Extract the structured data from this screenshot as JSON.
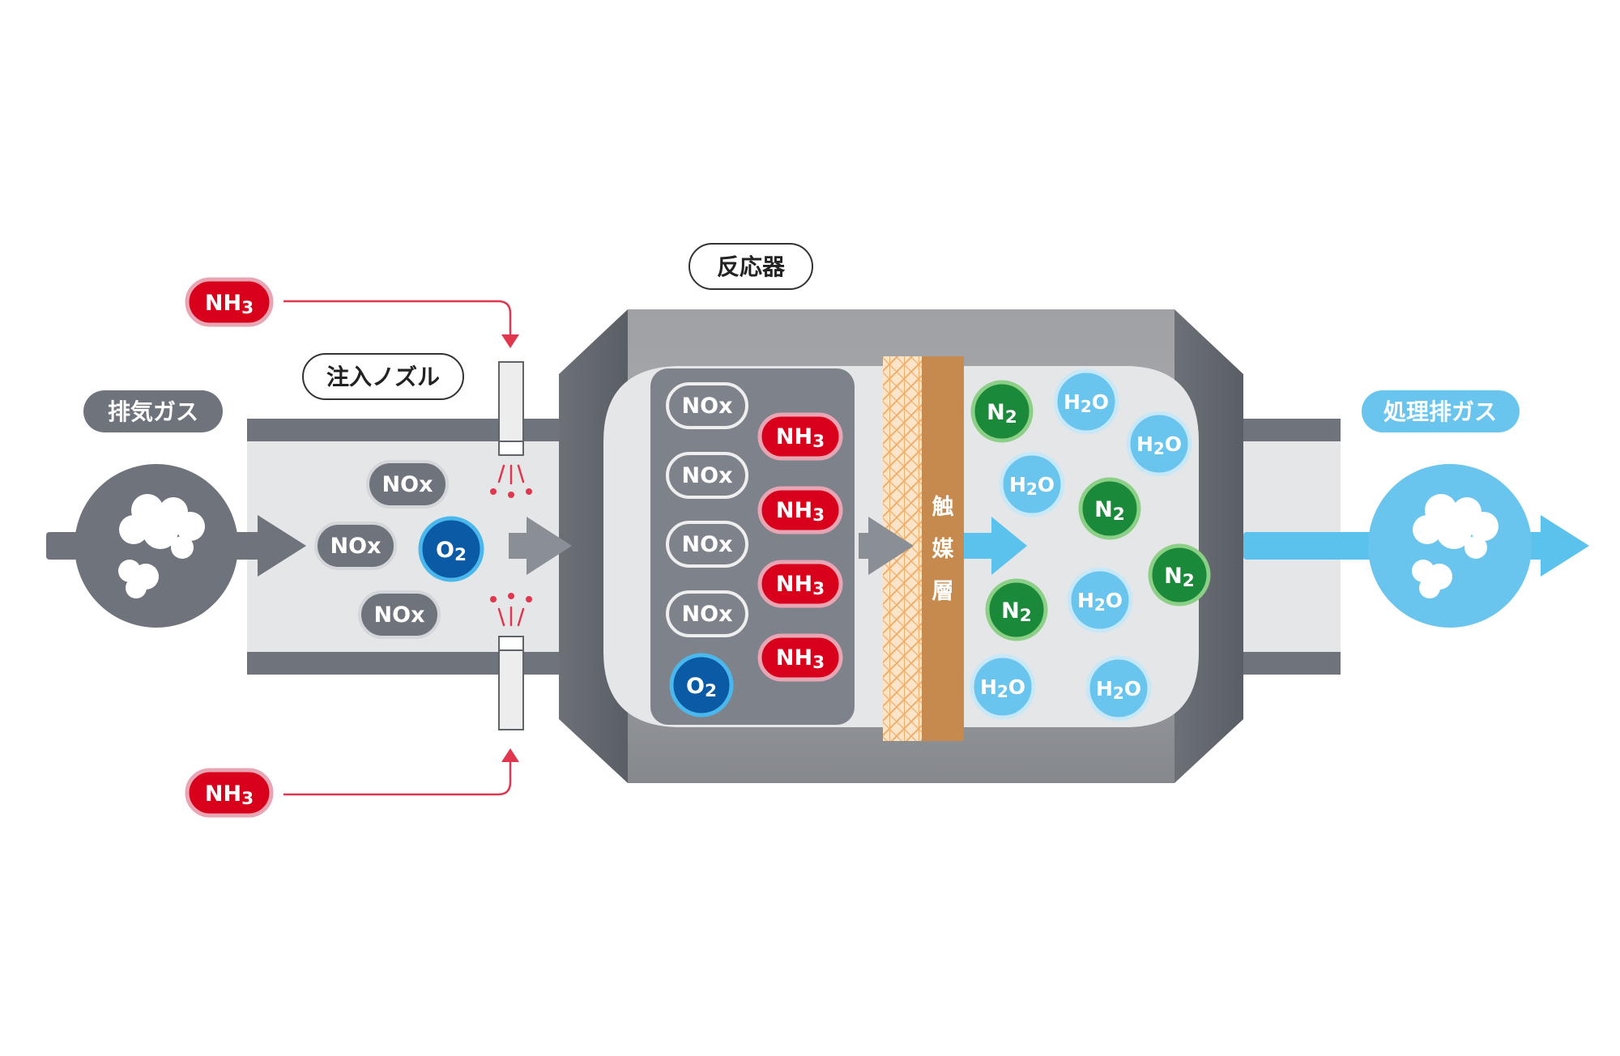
{
  "labels": {
    "exhaust_gas": "排気ガス",
    "injection_nozzle": "注入ノズル",
    "reactor": "反応器",
    "catalyst_layer_chars": [
      "触",
      "媒",
      "層"
    ],
    "treated_gas": "処理排ガス"
  },
  "molecules": {
    "nox": "NOx",
    "nh3": "NH3",
    "o2": "O2",
    "n2": "N2",
    "h2o": "H2O"
  },
  "colors": {
    "pipe_gray": "#6f747c",
    "pipe_interior": "#e5e6e8",
    "reactor_body": "#a0a2a6",
    "inner_panel": "#7e838b",
    "nh3_red": "#d9001b",
    "o2_blue": "#0a5aa6",
    "n2_green": "#1a8a3a",
    "h2o_lightblue": "#69c5ee",
    "catalyst_brown": "#c68a4e",
    "catalyst_mesh": "#f3c28e",
    "arrow_gray": "#8a8e95",
    "arrow_blue": "#5bc2ee",
    "line_red": "#e0374e"
  }
}
